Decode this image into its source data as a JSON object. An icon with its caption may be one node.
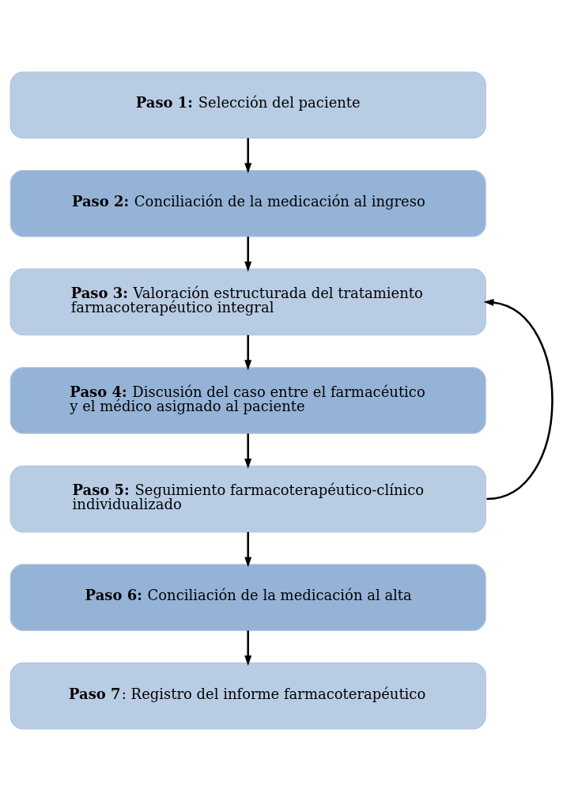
{
  "diagram": {
    "nodes": [
      {
        "text": [
          "**Paso 1:** Selección del paciente"
        ]
      },
      {
        "text": [
          "**Paso 2:** Conciliación de la medicación al ingreso"
        ]
      },
      {
        "text": [
          "**Paso 3:** Valoración estructurada del tratamiento farmacoterapéutico integral"
        ]
      },
      {
        "text": [
          "**Paso 4:** Discusión del caso entre el farmacéutico y el médico asignado al paciente"
        ]
      },
      {
        "text": [
          "**Paso 5:** Seguimiento farmacoterapéutico-clínico individualizado"
        ]
      },
      {
        "text": [
          "**Paso 6:** Conciliación de la medicación al alta"
        ]
      },
      {
        "text": [
          "**Paso 7**: Registro del informe farmacoterapéutico"
        ]
      }
    ],
    "edges": [
      {
        "from": 0,
        "to": 1,
        "arrow": "to"
      },
      {
        "from": 1,
        "to": 2,
        "arrow": "to"
      },
      {
        "from": 2,
        "to": 3,
        "arrow": "to"
      },
      {
        "from": 3,
        "to": 4,
        "arrow": "to"
      },
      {
        "from": 4,
        "to": 5,
        "arrow": "to"
      },
      {
        "from": 5,
        "to": 6,
        "arrow": "to"
      },
      {
        "from": 4,
        "to": 2,
        "arrow": "to"
      }
    ]
  }
}
